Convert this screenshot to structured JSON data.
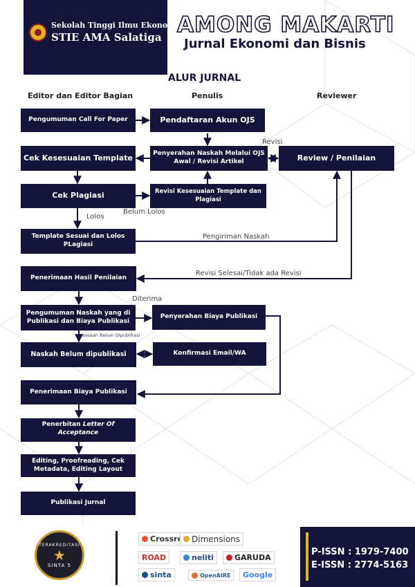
{
  "header": {
    "institution_line1": "Sekolah Tinggi Ilmu Ekonomi",
    "institution_line2": "STIE AMA Salatiga",
    "journal_title": "AMONG MAKARTI",
    "journal_subtitle": "Jurnal Ekonomi dan Bisnis"
  },
  "flow": {
    "title": "ALUR JURNAL",
    "columns": [
      "Editor dan Editor Bagian",
      "Penulis",
      "Reviewer"
    ],
    "steps": {
      "call_for_paper": "Pengumuman Call For Paper",
      "daftar_akun": "Pendaftaran Akun OJS",
      "cek_template": "Cek Kesesuaian Template",
      "penyerahan_naskah": "Penyerahan Naskah Melalui OJS Awal / Revisi Artikel",
      "review": "Review / Penilaian",
      "cek_plagiasi": "Cek Plagiasi",
      "revisi_template": "Revisi Kesesuaian Template dan Plagiasi",
      "template_lolos": "Template Sesuai dan Lolos PLagiasi",
      "penerimaan_hasil": "Penerimaan Hasil Penilaian",
      "pengumuman_naskah": "Pengumuman Naskah yang di Publikasi dan Biaya Publikasi",
      "penyerahan_biaya": "Penyerahan Biaya Publikasi",
      "naskah_belum": "Naskah Belum dipublikasi",
      "konfirmasi": "Konfirmasi Email/WA",
      "penerimaan_biaya": "Penerimaan Biaya Publikasi",
      "penerbitan_loa_prefix": "Penerbitan ",
      "penerbitan_loa_italic": "Letter Of Acceptance",
      "editing": "Editing, Proofreading, Cek Metadata, Editing Layout",
      "publikasi": "Publikasi Jurnal"
    },
    "labels": {
      "revisi": "Revisi",
      "belum_lolos": "Belum Lolos",
      "lolos": "Lolos",
      "pengiriman": "Pengiriman Naskah",
      "revisi_selesai": "Revisi Selesai/Tidak ada Revisi",
      "diterima": "Diterima",
      "naskah_belum_small": "Naskah Belum Dipublikasi"
    }
  },
  "footer": {
    "badge_top": "TERAKREDITASI",
    "badge_bottom": "SINTA 5",
    "indexers": [
      "Crossref",
      "Dimensions",
      "ROAD",
      "neliti",
      "GARUDA",
      "sinta",
      "OpenAIRE",
      "Google"
    ],
    "p_issn": "P-ISSN :  1979-7400",
    "e_issn": "E-ISSN : 2774-5163"
  },
  "colors": {
    "navy": "#14143a",
    "gold": "#e0b324"
  }
}
